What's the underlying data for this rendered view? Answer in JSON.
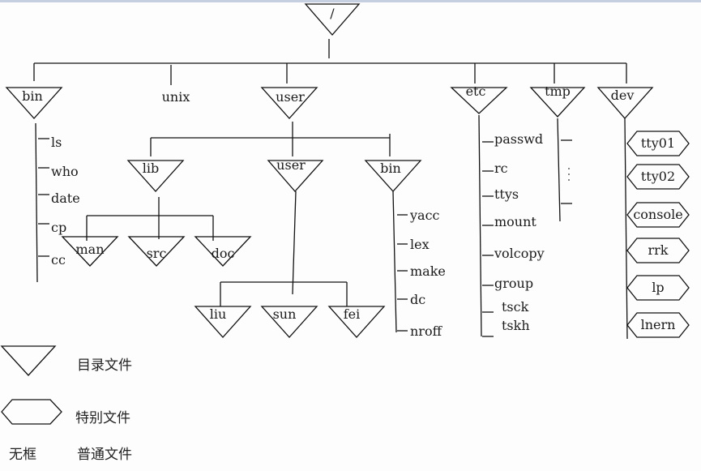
{
  "title": "UNIX file system tree",
  "root": {
    "label": "/"
  },
  "top_level": [
    {
      "label": "bin",
      "kind": "directory"
    },
    {
      "label": "unix",
      "kind": "plain"
    },
    {
      "label": "user",
      "kind": "directory"
    },
    {
      "label": "etc",
      "kind": "directory"
    },
    {
      "label": "tmp",
      "kind": "directory"
    },
    {
      "label": "dev",
      "kind": "directory"
    }
  ],
  "bin_files": [
    "ls",
    "who",
    "date",
    "cp",
    "cc"
  ],
  "user_children": [
    {
      "label": "lib",
      "kind": "directory"
    },
    {
      "label": "user",
      "kind": "directory"
    },
    {
      "label": "bin",
      "kind": "directory"
    }
  ],
  "lib_children": [
    "man",
    "src",
    "doc"
  ],
  "user_user_children": [
    "liu",
    "sun",
    "fei"
  ],
  "user_bin_files": [
    "yacc",
    "lex",
    "make",
    "dc",
    "nroff"
  ],
  "etc_files": [
    "passwd",
    "rc",
    "ttys",
    "mount",
    "volcopy",
    "group",
    "tsck",
    "tskh"
  ],
  "tmp_files": {
    "ellipsis": "⋮"
  },
  "dev_special": [
    "tty01",
    "tty02",
    "console",
    "rrk",
    "lp",
    "lnern"
  ],
  "legend": {
    "directory": "目录文件",
    "special": "特别文件",
    "plain_symbol": "无框",
    "plain": "普通文件"
  }
}
